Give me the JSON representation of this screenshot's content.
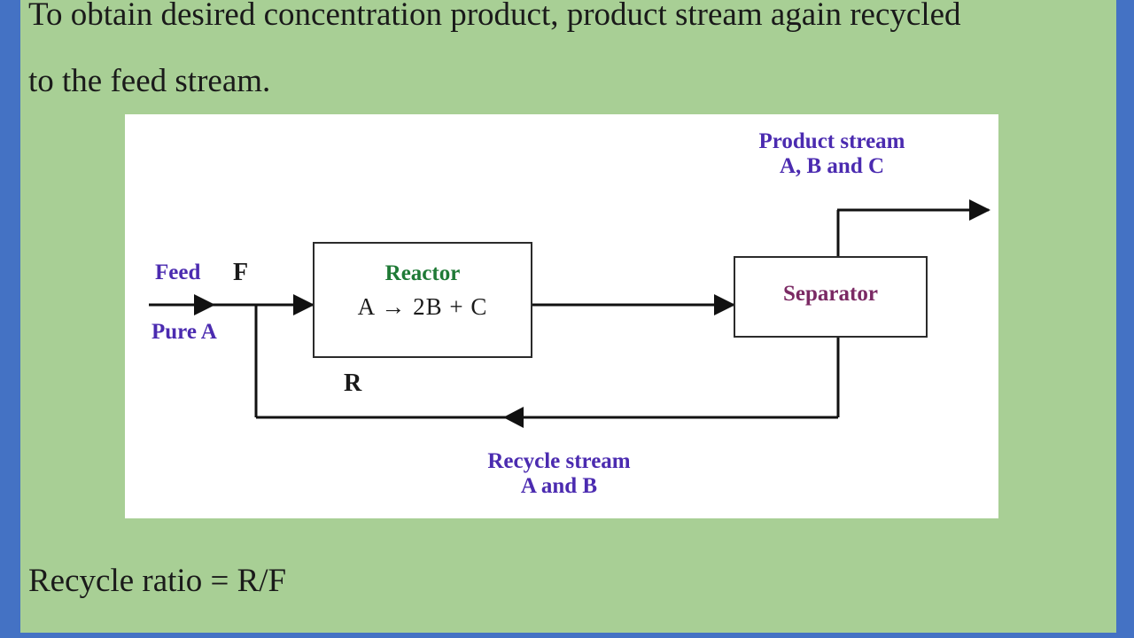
{
  "slide": {
    "background_color": "#a8cf95",
    "border_color": "#4472c4",
    "body_text_line1": "To obtain desired concentration product, product stream again recycled",
    "body_text_line2": "to the feed stream.",
    "bottom_text": "Recycle ratio = R/F"
  },
  "diagram": {
    "background_color": "#ffffff",
    "line_color": "#2b2b2b",
    "units": [
      {
        "id": "reactor",
        "title": "Reactor",
        "title_color": "#1f7a36",
        "equation": "A → 2B + C"
      },
      {
        "id": "separator",
        "title": "Separator",
        "title_color": "#7b2a64"
      }
    ],
    "streams": {
      "feed_label": "Feed",
      "feed_symbol": "F",
      "feed_composition": "Pure A",
      "recycle_symbol": "R",
      "product_label_line1": "Product stream",
      "product_label_line2": "A, B and C",
      "recycle_label_line1": "Recycle stream",
      "recycle_label_line2": "A and B",
      "label_color": "#4b2bb0",
      "symbol_color": "#1a1a1a"
    }
  }
}
